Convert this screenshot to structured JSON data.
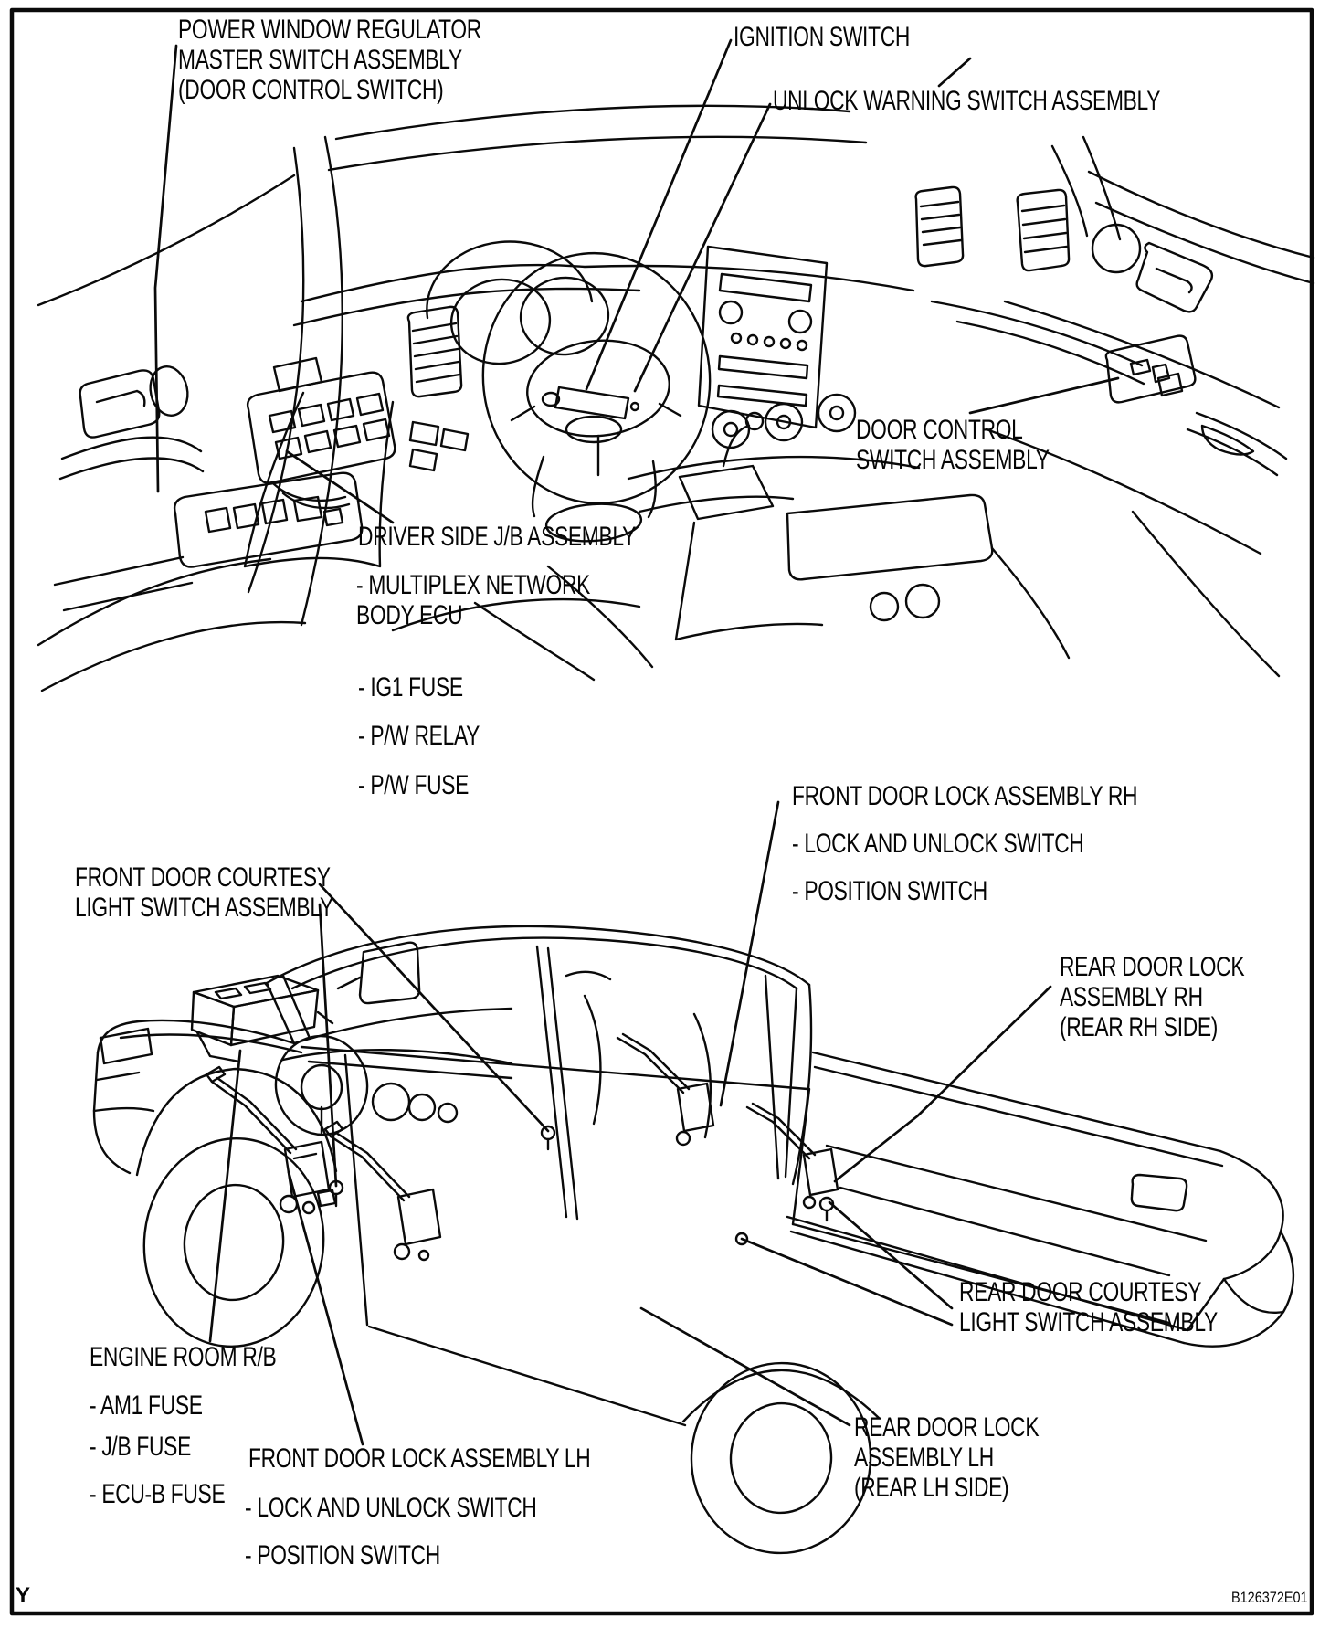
{
  "figure": {
    "description": "Power door lock component location diagram (vehicle interior and pickup cutaway)",
    "page_marker": "Y",
    "code": "B126372E01",
    "colors": {
      "ink": "#000000",
      "paper": "#ffffff"
    }
  },
  "callouts": {
    "power_window_master_switch": "POWER WINDOW REGULATOR\nMASTER SWITCH ASSEMBLY\n(DOOR CONTROL SWITCH)",
    "ignition_switch": "IGNITION SWITCH",
    "unlock_warning_switch": "UNLOCK WARNING SWITCH ASSEMBLY",
    "door_control_switch": "DOOR CONTROL\nSWITCH ASSEMBLY",
    "driver_side_jb": "DRIVER SIDE J/B ASSEMBLY",
    "driver_side_jb_items": [
      "- MULTIPLEX NETWORK\nBODY ECU",
      "- IG1 FUSE",
      "- P/W RELAY",
      "- P/W FUSE"
    ],
    "front_door_lock_rh": "FRONT DOOR LOCK ASSEMBLY RH",
    "front_door_lock_rh_items": [
      "- LOCK AND UNLOCK SWITCH",
      "- POSITION SWITCH"
    ],
    "front_door_courtesy": "FRONT DOOR COURTESY\nLIGHT SWITCH ASSEMBLY",
    "rear_door_lock_rh": "REAR DOOR LOCK\nASSEMBLY RH\n(REAR RH SIDE)",
    "rear_door_courtesy": "REAR DOOR COURTESY\nLIGHT SWITCH ASSEMBLY",
    "rear_door_lock_lh": "REAR DOOR LOCK\nASSEMBLY LH\n(REAR LH SIDE)",
    "engine_room_rb": "ENGINE ROOM R/B",
    "engine_room_rb_items": [
      "- AM1 FUSE",
      "- J/B FUSE",
      "- ECU-B FUSE"
    ],
    "front_door_lock_lh": "FRONT DOOR LOCK ASSEMBLY LH",
    "front_door_lock_lh_items": [
      "- LOCK AND UNLOCK SWITCH",
      "- POSITION SWITCH"
    ]
  }
}
